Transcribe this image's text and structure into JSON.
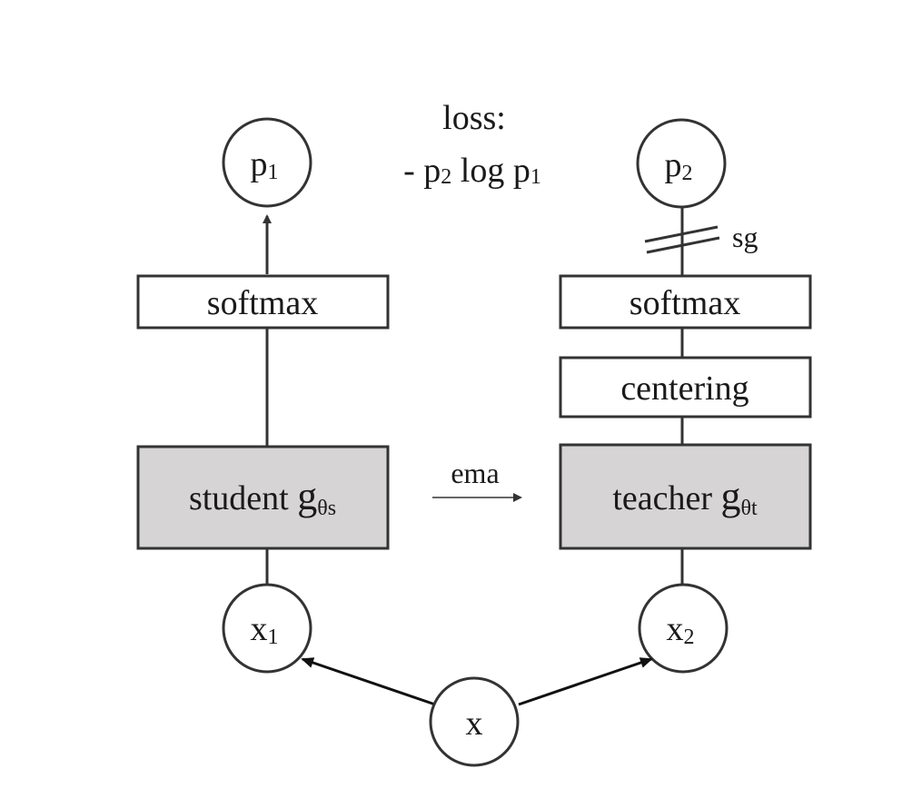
{
  "loss": {
    "title": "loss:",
    "minus": "- ",
    "p2_base": "p",
    "p2_sub": "2",
    "log": " log ",
    "p1_base": "p",
    "p1_sub": "1"
  },
  "nodes": {
    "p1": {
      "base": "p",
      "sub": "1"
    },
    "p2": {
      "base": "p",
      "sub": "2"
    },
    "x1": {
      "base": "x",
      "sub": "1"
    },
    "x2": {
      "base": "x",
      "sub": "2"
    },
    "x": {
      "label": "x"
    }
  },
  "student": {
    "softmax": "softmax",
    "network": {
      "prefix": "student ",
      "g": "g",
      "sub": "θs"
    }
  },
  "teacher": {
    "softmax": "softmax",
    "centering": "centering",
    "network": {
      "prefix": "teacher ",
      "g": "g",
      "sub": "θt"
    }
  },
  "ema_label": "ema",
  "sg_label": "sg",
  "colors": {
    "stroke": "#333333",
    "network_fill": "#d6d4d5",
    "box_fill": "#ffffff"
  }
}
